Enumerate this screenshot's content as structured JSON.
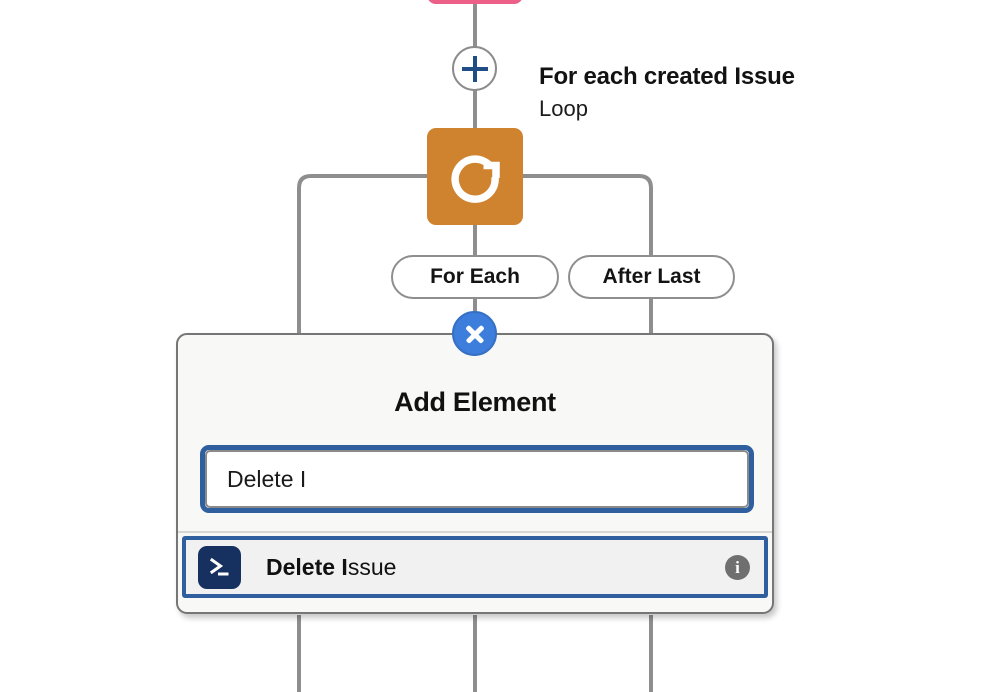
{
  "flow": {
    "previous_node": {
      "name": "previous-step-node",
      "color": "#ec5f87"
    },
    "add_step_button": {
      "icon": "plus-icon",
      "color": "#1f4e87"
    },
    "loop_node": {
      "icon": "loop-refresh-icon",
      "color": "#d0832f",
      "title": "For each created Issue",
      "subtitle": "Loop"
    },
    "branches": [
      {
        "label": "For Each"
      },
      {
        "label": "After Last"
      }
    ],
    "connector_color": "#8e8e8e"
  },
  "modal": {
    "close_label": "×",
    "title": "Add Element",
    "search": {
      "value": "Delete I",
      "placeholder": "",
      "focus_color": "#2f5f9e"
    },
    "results": [
      {
        "icon": "terminal-icon",
        "icon_color": "#16305f",
        "match": "Delete I",
        "rest": "ssue",
        "info_icon": "info-icon",
        "selected": true
      }
    ]
  }
}
